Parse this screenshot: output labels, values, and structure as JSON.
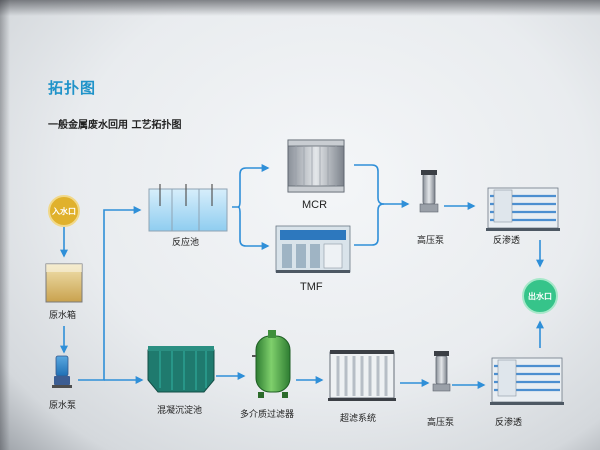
{
  "header": {
    "title": "拓扑图",
    "subtitle": "一般金属废水回用 工艺拓扑图"
  },
  "nodes": {
    "inlet": "入水口",
    "raw_tank": "原水箱",
    "raw_pump": "原水泵",
    "reaction_tank": "反应池",
    "mcr": "MCR",
    "tmf": "TMF",
    "hp_pump_top": "高压泵",
    "ro_top": "反渗透",
    "outlet": "出水口",
    "settling_tank": "混凝沉淀池",
    "media_filter": "多介质过滤器",
    "uf_system": "超滤系统",
    "hp_pump_bottom": "高压泵",
    "ro_bottom": "反渗透"
  },
  "colors": {
    "accent": "#1f93c9",
    "arrow": "#2f8fd8",
    "inlet_circle": "#e0b12c",
    "outlet_circle": "#36c48a",
    "filter_green": "#4fb14c"
  }
}
